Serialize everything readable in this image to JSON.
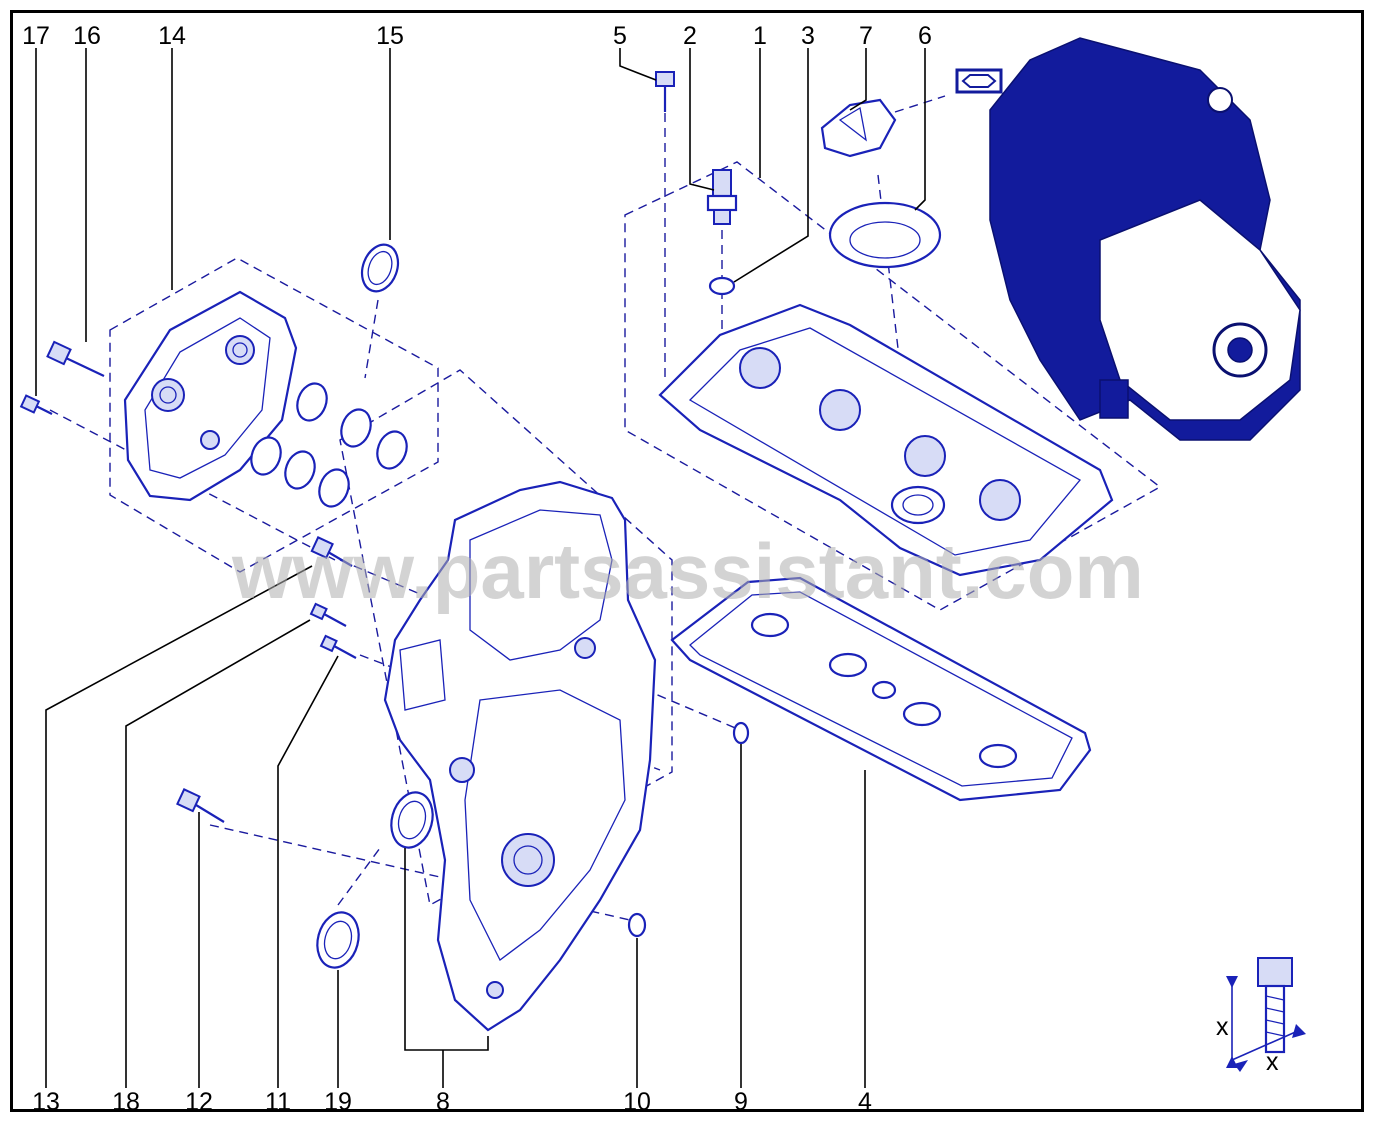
{
  "diagram": {
    "part_numbers": [
      "1",
      "2",
      "3",
      "4",
      "5",
      "6",
      "7",
      "8",
      "9",
      "10",
      "11",
      "12",
      "13",
      "14",
      "15",
      "16",
      "17",
      "18",
      "19"
    ],
    "watermark": "www.partsassistant.com",
    "dimension_label": "x",
    "colors": {
      "line": "#1a22b8",
      "fill": "#d7dcf6",
      "engine": "#121b9c",
      "callout": "#000000"
    }
  }
}
